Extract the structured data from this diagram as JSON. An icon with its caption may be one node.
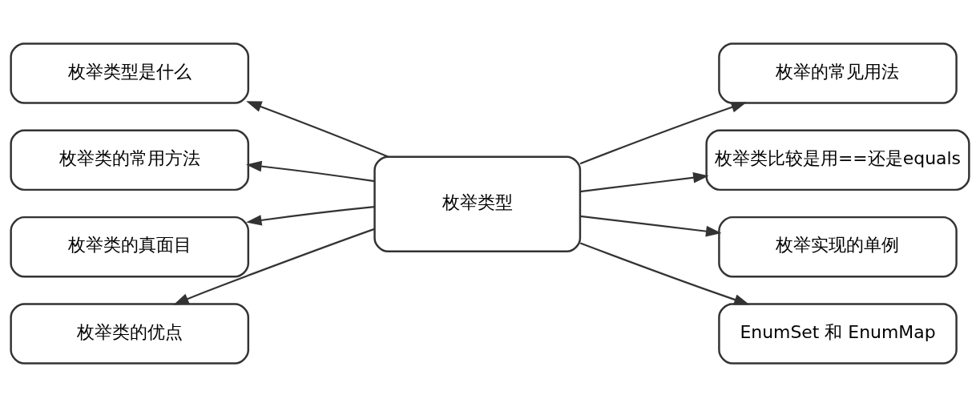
{
  "diagram": {
    "nodes": [
      {
        "text": [
          "枚举类型"
        ]
      },
      {
        "text": [
          "枚举类型是什么"
        ]
      },
      {
        "text": [
          "枚举类的常用方法"
        ]
      },
      {
        "text": [
          "枚举类的真面目"
        ]
      },
      {
        "text": [
          "枚举类的优点"
        ]
      },
      {
        "text": [
          "枚举的常见用法"
        ]
      },
      {
        "text": [
          "枚举类比较是用==还是equals"
        ]
      },
      {
        "text": [
          "枚举实现的单例"
        ]
      },
      {
        "text": [
          "EnumSet 和 EnumMap"
        ]
      }
    ],
    "edges": [
      {
        "from": 0,
        "to": 1,
        "arrow": "to"
      },
      {
        "from": 0,
        "to": 2,
        "arrow": "to"
      },
      {
        "from": 0,
        "to": 3,
        "arrow": "to"
      },
      {
        "from": 0,
        "to": 4,
        "arrow": "to"
      },
      {
        "from": 0,
        "to": 5,
        "arrow": "to"
      },
      {
        "from": 0,
        "to": 6,
        "arrow": "to"
      },
      {
        "from": 0,
        "to": 7,
        "arrow": "to"
      },
      {
        "from": 0,
        "to": 8,
        "arrow": "to"
      }
    ]
  }
}
